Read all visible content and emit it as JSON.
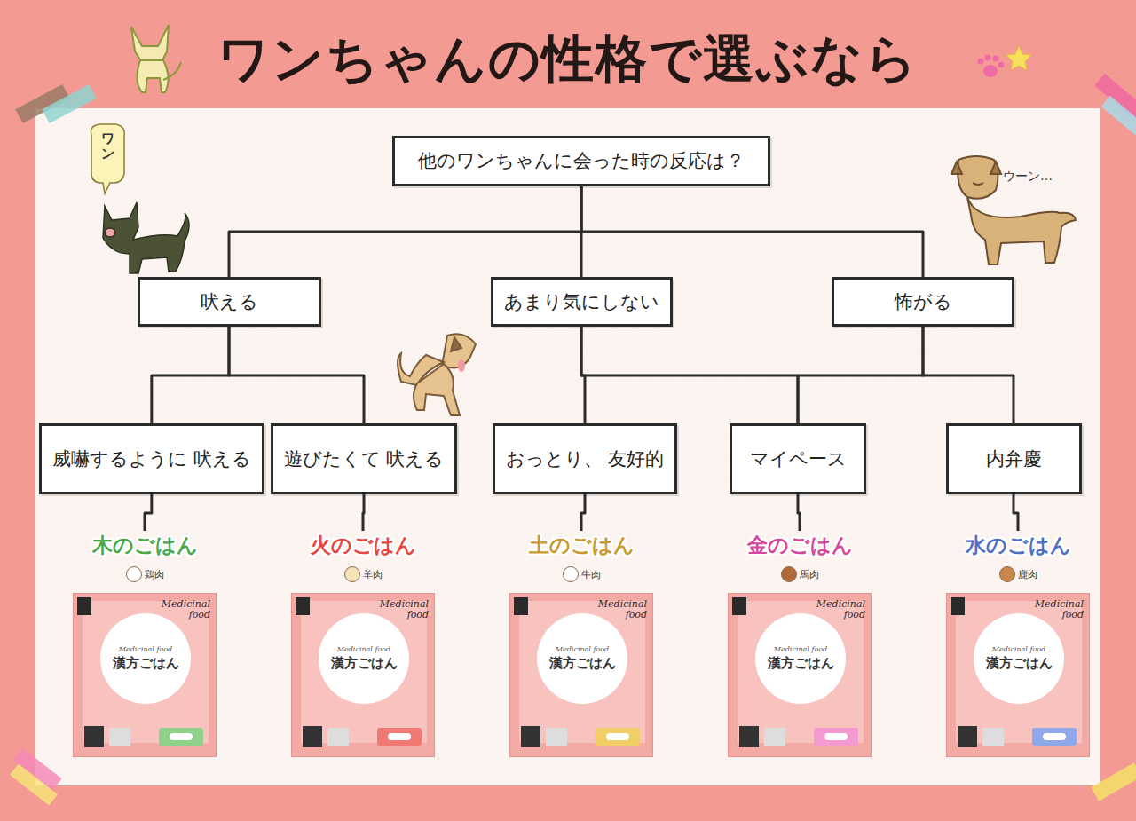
{
  "diagram": {
    "title": "ワンちゃんの性格で選ぶなら",
    "nodes": [
      {
        "text": [
          "他のワンちゃんに会った時の反応は？"
        ]
      },
      {
        "text": [
          "吠える"
        ]
      },
      {
        "text": [
          "あまり気にしない"
        ]
      },
      {
        "text": [
          "怖がる"
        ]
      },
      {
        "text": [
          "威嚇するように 吠える"
        ]
      },
      {
        "text": [
          "遊びたくて 吠える"
        ]
      },
      {
        "text": [
          "おっとり、 友好的"
        ]
      },
      {
        "text": [
          "マイペース"
        ]
      },
      {
        "text": [
          "内弁慶"
        ]
      },
      {
        "text": [
          "木のごはん",
          "鶏肉",
          "Medicinal food",
          "Medicinal food",
          "漢方ごはん"
        ]
      },
      {
        "text": [
          "火のごはん",
          "羊肉",
          "Medicinal food",
          "Medicinal food",
          "漢方ごはん"
        ]
      },
      {
        "text": [
          "土のごはん",
          "牛肉",
          "Medicinal food",
          "Medicinal food",
          "漢方ごはん"
        ]
      },
      {
        "text": [
          "金のごはん",
          "馬肉",
          "Medicinal food",
          "Medicinal food",
          "漢方ごはん"
        ]
      },
      {
        "text": [
          "水のごはん",
          "鹿肉",
          "Medicinal food",
          "Medicinal food",
          "漢方ごはん"
        ]
      }
    ],
    "edges": [
      {
        "from": 0,
        "to": 1,
        "arrow": "none"
      },
      {
        "from": 0,
        "to": 2,
        "arrow": "none"
      },
      {
        "from": 0,
        "to": 3,
        "arrow": "none"
      },
      {
        "from": 1,
        "to": 4,
        "arrow": "none"
      },
      {
        "from": 1,
        "to": 5,
        "arrow": "none"
      },
      {
        "from": 2,
        "to": 6,
        "arrow": "none"
      },
      {
        "from": 2,
        "to": 7,
        "arrow": "none"
      },
      {
        "from": 3,
        "to": 7,
        "arrow": "none"
      },
      {
        "from": 3,
        "to": 8,
        "arrow": "none"
      },
      {
        "from": 4,
        "to": 9,
        "arrow": "none"
      },
      {
        "from": 5,
        "to": 10,
        "arrow": "none"
      },
      {
        "from": 6,
        "to": 11,
        "arrow": "none"
      },
      {
        "from": 7,
        "to": 12,
        "arrow": "none"
      },
      {
        "from": 8,
        "to": 13,
        "arrow": "none"
      }
    ],
    "labels": [
      "ワン",
      "ウーン…"
    ]
  }
}
